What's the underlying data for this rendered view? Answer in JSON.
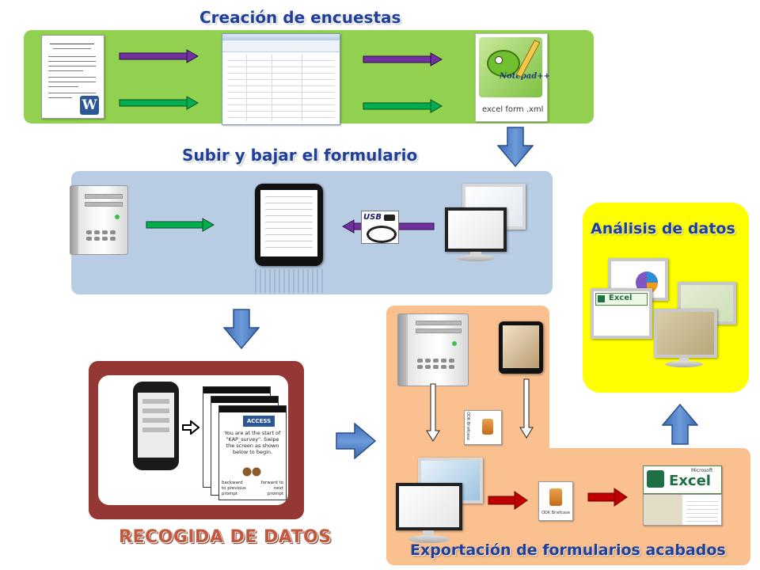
{
  "sections": {
    "creacion": {
      "title": "Creación de encuestas"
    },
    "subir": {
      "title": "Subir y bajar el formulario"
    },
    "recogida": {
      "title": "RECOGIDA DE DATOS"
    },
    "exportacion": {
      "title": "Exportación de formularios acabados"
    },
    "analisis": {
      "title": "Análisis de datos"
    }
  },
  "labels": {
    "excel_form": "excel form .xml",
    "notepad_logo": "Notepad++",
    "usb": "USB",
    "odk_briefcase": "ODK Briefcase",
    "odk_briefcase_side": "ODK Briefcase",
    "excel_logo_top": "Microsoft",
    "excel_logo": "Excel",
    "excel_logo_small": "Excel",
    "access_logo": "ACCESS",
    "survey_text": "You are at the start of \"KAP_survey\". Swipe the screen as shown below to begin.",
    "swipe_back": "backward to previous prompt",
    "swipe_fwd": "forward to next prompt",
    "word_logo": "W"
  },
  "colors": {
    "green_panel": "#92d050",
    "blue_panel": "#b8cce4",
    "red_panel": "#953735",
    "peach_panel": "#fac090",
    "yellow_panel": "#ffff00",
    "title_blue": "#1f3f99",
    "title_red": "#c2593f",
    "purple_arrow": "#7030a0",
    "green_arrow": "#00b050",
    "red_arrow": "#c00000",
    "blue_arrow": "#4f81bd"
  },
  "icons": [
    "word-document-icon",
    "spreadsheet-window-icon",
    "notepad-plus-plus-icon",
    "server-tower-icon",
    "tablet-icon",
    "usb-cable-icon",
    "desktop-monitor-icon",
    "smartphone-icon",
    "odk-briefcase-icon",
    "excel-logo-icon",
    "pie-chart-icon",
    "map-icon"
  ]
}
